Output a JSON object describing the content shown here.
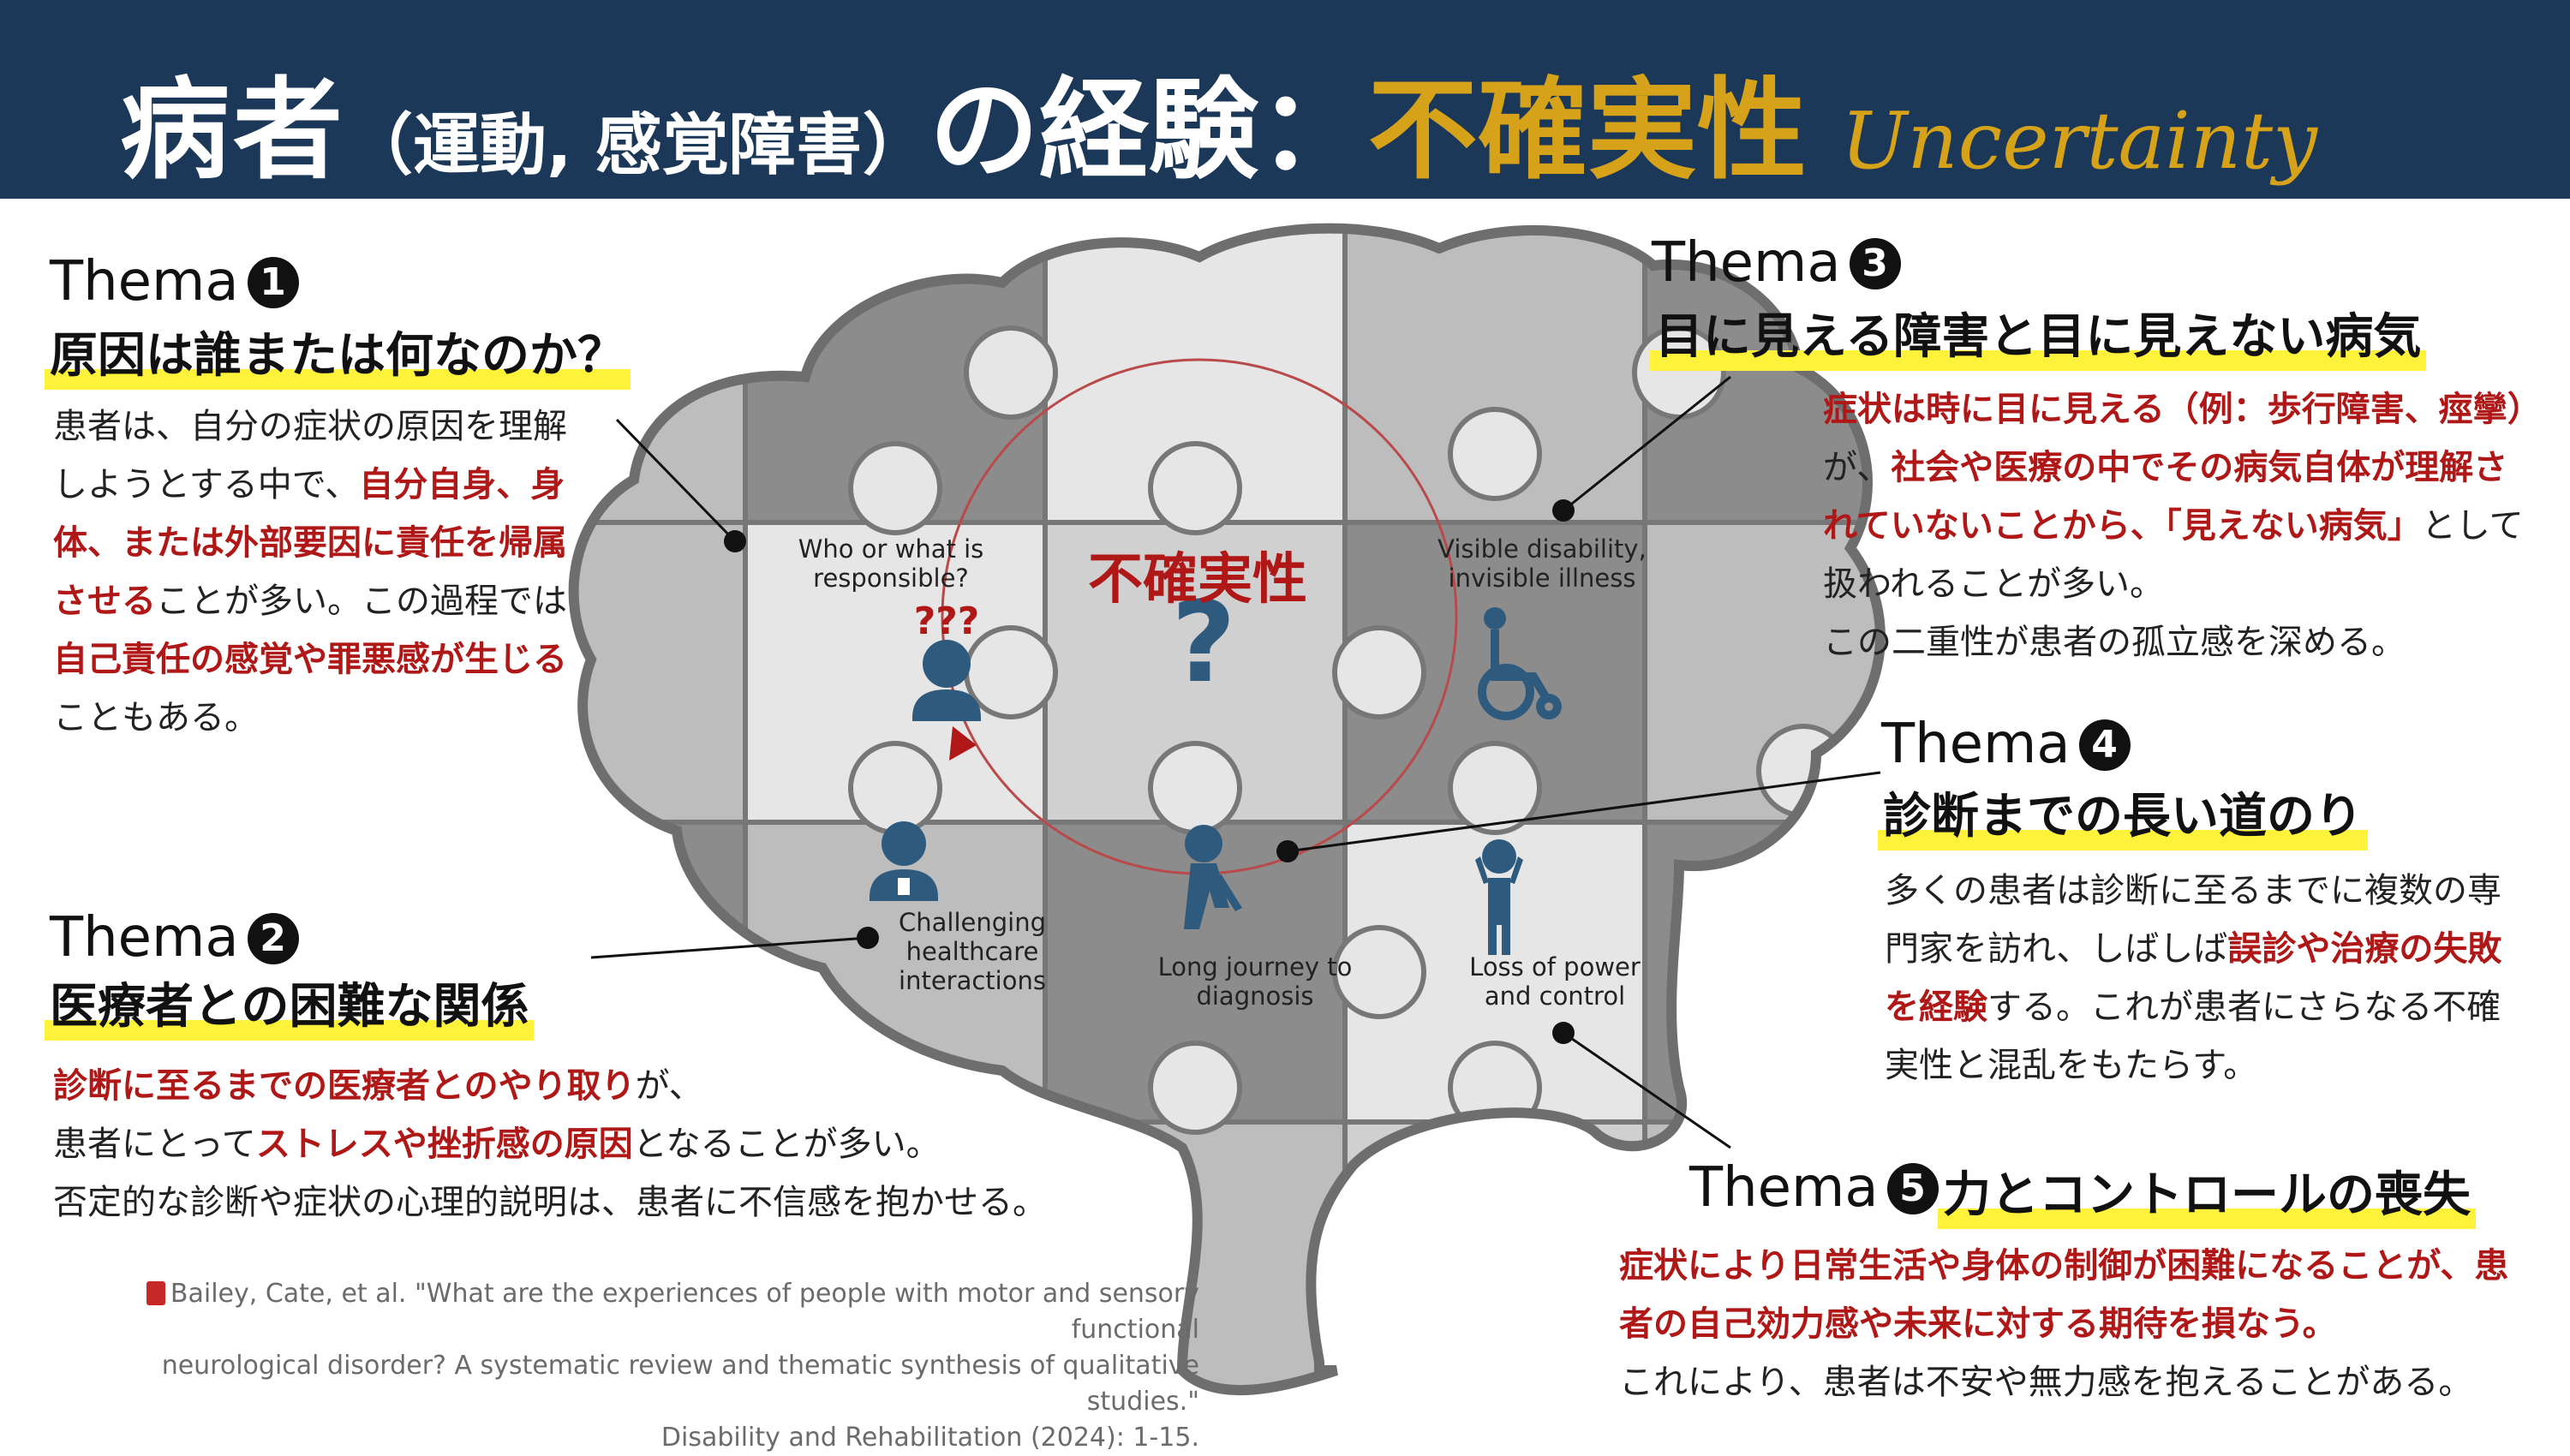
{
  "header": {
    "title_part1": "病者",
    "title_part2": "（運動, 感覚障害）",
    "title_part3": "の経験：",
    "title_accent": "不確実性",
    "title_script": "Uncertainty"
  },
  "center": {
    "title": "不確実性",
    "question_mark": "?"
  },
  "pieces": {
    "p1": "Who or what is\nresponsible?",
    "p2": "Challenging\nhealthcare\ninteractions",
    "p3": "Visible disability,\ninvisible illness",
    "p4": "Long journey to\ndiagnosis",
    "p5": "Loss of power\nand control",
    "p1_marks": "???"
  },
  "themes": [
    {
      "label": "Thema",
      "number": "1",
      "title": "原因は誰または何なのか？",
      "text": [
        {
          "t": "患者は、自分の症状の原因を理解しようとする中で、"
        },
        {
          "t": "自分自身、身体、または外部要因に責任を帰属させる",
          "hl": true
        },
        {
          "t": "ことが多い。この過程では"
        },
        {
          "t": "自己責任の感覚や罪悪感が生じる",
          "hl": true
        },
        {
          "t": "こともある。"
        }
      ]
    },
    {
      "label": "Thema",
      "number": "2",
      "title": "医療者との困難な関係",
      "text": [
        {
          "t": "診断に至るまでの医療者とのやり取り",
          "hl": true
        },
        {
          "t": "が、\n患者にとって"
        },
        {
          "t": "ストレスや挫折感の原因",
          "hl": true
        },
        {
          "t": "となることが多い。\n否定的な診断や症状の心理的説明は、患者に不信感を抱かせる。"
        }
      ]
    },
    {
      "label": "Thema",
      "number": "3",
      "title": "目に見える障害と目に見えない病気",
      "text": [
        {
          "t": "症状は時に目に見える（例：歩行障害、痙攣）",
          "hl": true
        },
        {
          "t": "が、"
        },
        {
          "t": "社会や医療の中でその病気自体が理解されていないことから、「見えない病気」",
          "hl": true
        },
        {
          "t": "として扱われることが多い。\nこの二重性が患者の孤立感を深める。"
        }
      ]
    },
    {
      "label": "Thema",
      "number": "4",
      "title": "診断までの長い道のり",
      "text": [
        {
          "t": "多くの患者は診断に至るまでに複数の専門家を訪れ、しばしば"
        },
        {
          "t": "誤診や治療の失敗を経験",
          "hl": true
        },
        {
          "t": "する。これが患者にさらなる不確実性と混乱をもたらす。"
        }
      ]
    },
    {
      "label": "Thema",
      "number": "5",
      "title": "力とコントロールの喪失",
      "text": [
        {
          "t": "症状により日常生活や身体の制御が困難になることが、患者の自己効力感や未来に対する期待を損なう。",
          "hl": true
        },
        {
          "t": "\nこれにより、患者は不安や無力感を抱えることがある。"
        }
      ]
    }
  ],
  "citation": {
    "line1": "Bailey, Cate, et al. \"What are the experiences of people with motor and sensory functional",
    "line2": "neurological disorder? A systematic review and thematic synthesis of qualitative studies.\"",
    "line3": "Disability and Rehabilitation (2024): 1-15."
  },
  "colors": {
    "header_bg": "#1b3858",
    "accent_gold": "#d6a21a",
    "highlight_red": "#b01818",
    "marker_yellow": "#fff23a",
    "icon_blue": "#2e5a7e",
    "piece_light": "#e6e6e6",
    "piece_mid": "#bdbdbd",
    "piece_dark": "#8c8c8c"
  }
}
